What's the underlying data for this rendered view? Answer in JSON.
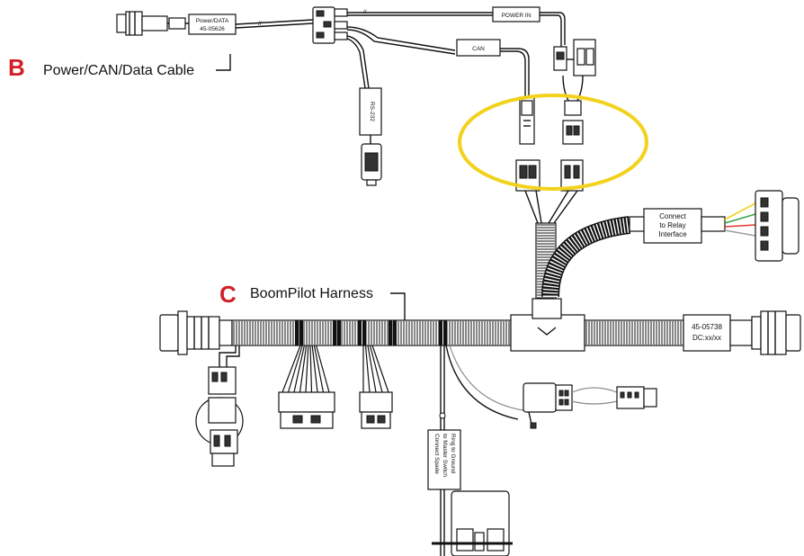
{
  "labels": {
    "b_letter": "B",
    "b_text": "Power/CAN/Data Cable",
    "c_letter": "C",
    "c_text": "BoomPilot Harness"
  },
  "tags": {
    "power_data_1": "Power/DATA",
    "power_data_2": "45-05626",
    "power_in": "POWER IN",
    "can": "CAN",
    "rs232": "RS-232",
    "relay_1": "Connect",
    "relay_2": "to Relay",
    "relay_3": "Interface",
    "part_number": "45-05738",
    "date_code": "DC:xx/xx",
    "spade_1": "Connect Spade",
    "spade_2": "to Master Switch",
    "spade_3": "Ring to Ground"
  },
  "colors": {
    "accent_letter": "#d11f26",
    "highlight_ring": "#f2d21c",
    "relay_wires": [
      "#f2d21c",
      "#3aa64a",
      "#e23c2c",
      "#9aa0a6"
    ]
  }
}
